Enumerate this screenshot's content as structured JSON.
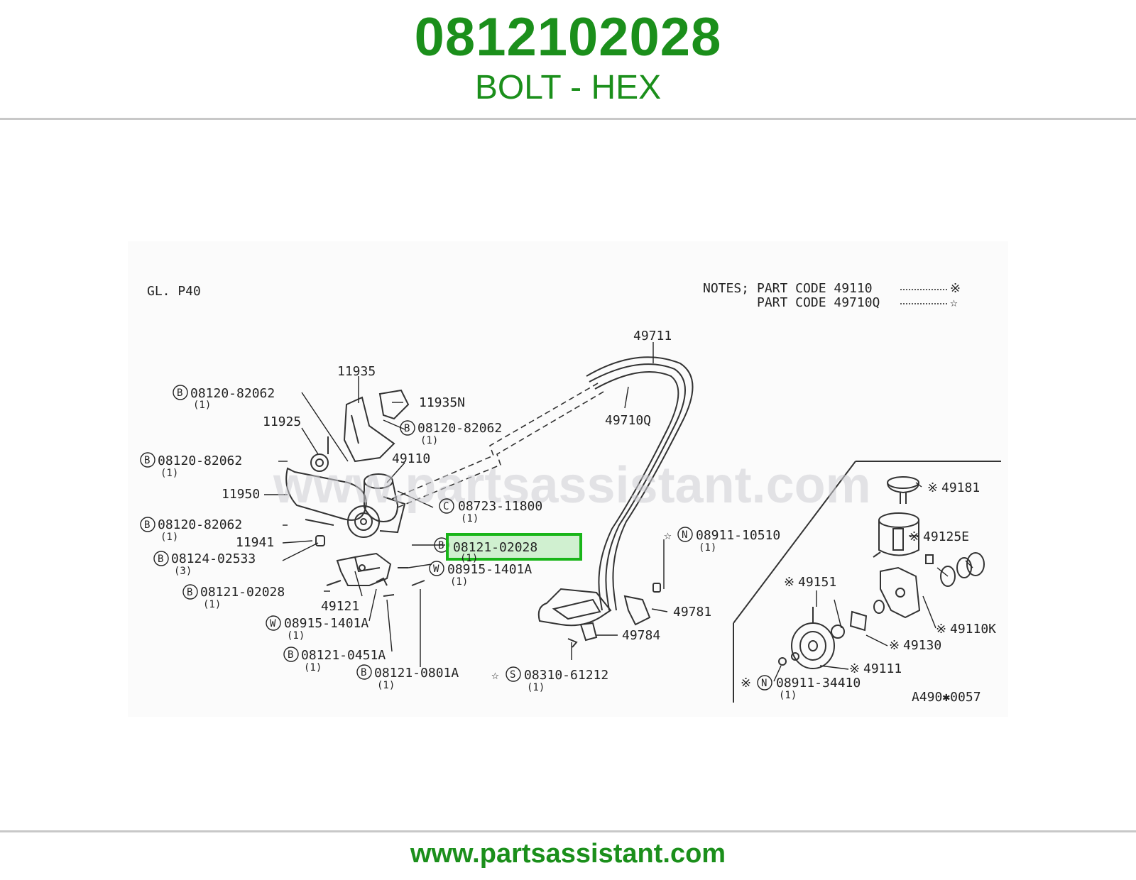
{
  "header": {
    "part_number": "0812102028",
    "description": "BOLT - HEX"
  },
  "footer": {
    "website": "www.partsassistant.com"
  },
  "watermark": "www.partsassistant.com",
  "colors": {
    "brand_green": "#1b8f1b",
    "highlight_border": "#19b519",
    "rule": "#c8c8c8"
  },
  "diagram": {
    "page_ref": "GL. P40",
    "notes_prefix": "NOTES;",
    "note1": "PART CODE 49110",
    "note1_mark": "※",
    "note2": "PART CODE 49710Q",
    "note2_mark": "☆",
    "figure_code": "A490✱0057",
    "highlighted_part": "08121-02028",
    "labels": {
      "p49711": "49711",
      "p49710q": "49710Q",
      "p11935": "11935",
      "p11935n": "11935N",
      "p11925": "11925",
      "p49110": "49110",
      "p11950": "11950",
      "p11941": "11941",
      "p49121": "49121",
      "p49781": "49781",
      "p49784": "49784",
      "b1": "08120-82062",
      "b1q": "(1)",
      "b2": "08120-82062",
      "b2q": "(1)",
      "b3": "08120-82062",
      "b3q": "(1)",
      "b4": "08120-82062",
      "b4q": "(1)",
      "b5": "08124-02533",
      "b5q": "(3)",
      "b6": "08121-02028",
      "b6q": "(1)",
      "b7q": "(1)",
      "b8": "08121-0451A",
      "b8q": "(1)",
      "b9": "08121-0801A",
      "b9q": "(1)",
      "c1": "08723-11800",
      "c1q": "(1)",
      "w1": "08915-1401A",
      "w1q": "(1)",
      "w2": "08915-1401A",
      "w2q": "(1)",
      "n1": "08911-10510",
      "n1q": "(1)",
      "s1": "08310-61212",
      "s1q": "(1)",
      "n2": "08911-34410",
      "n2q": "(1)",
      "r49181": "49181",
      "r49125e": "49125E",
      "r49151": "49151",
      "r49110k": "49110K",
      "r49130": "49130",
      "r49111": "49111",
      "mark_star": "☆",
      "mark_asterisk": "※",
      "circ_b": "B",
      "circ_c": "C",
      "circ_w": "W",
      "circ_n": "N",
      "circ_s": "S"
    }
  }
}
